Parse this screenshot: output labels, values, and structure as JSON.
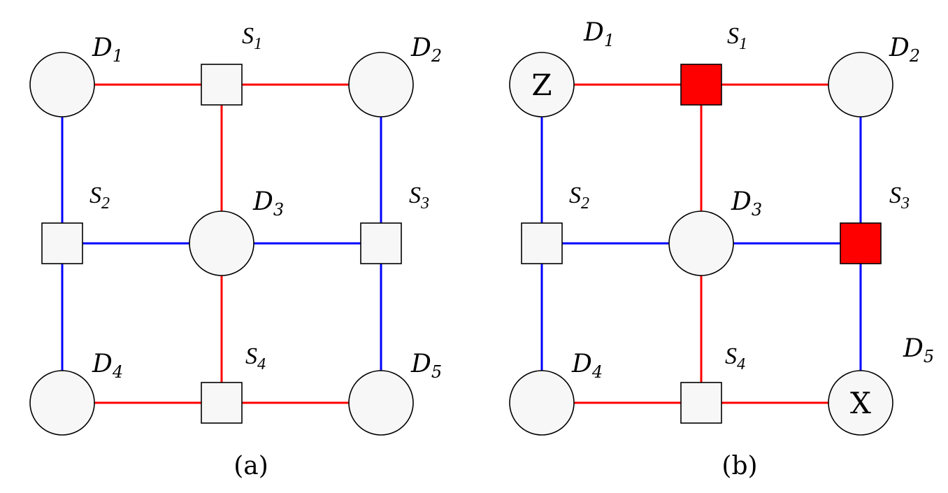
{
  "colors": {
    "red_edge": "#ff0000",
    "blue_edge": "#0000ff",
    "node_fill": "#f7f7f7",
    "highlight_fill": "#ff0000"
  },
  "panels": [
    {
      "caption": "(a)",
      "nodes": {
        "D1": {
          "label": "D",
          "sub": "1"
        },
        "D2": {
          "label": "D",
          "sub": "2"
        },
        "D3": {
          "label": "D",
          "sub": "3"
        },
        "D4": {
          "label": "D",
          "sub": "4"
        },
        "D5": {
          "label": "D",
          "sub": "5"
        },
        "S1": {
          "label": "S",
          "sub": "1",
          "highlighted": false
        },
        "S2": {
          "label": "S",
          "sub": "2",
          "highlighted": false
        },
        "S3": {
          "label": "S",
          "sub": "3",
          "highlighted": false
        },
        "S4": {
          "label": "S",
          "sub": "4",
          "highlighted": false
        }
      },
      "markers": {}
    },
    {
      "caption": "(b)",
      "nodes": {
        "D1": {
          "label": "D",
          "sub": "1"
        },
        "D2": {
          "label": "D",
          "sub": "2"
        },
        "D3": {
          "label": "D",
          "sub": "3"
        },
        "D4": {
          "label": "D",
          "sub": "4"
        },
        "D5": {
          "label": "D",
          "sub": "5"
        },
        "S1": {
          "label": "S",
          "sub": "1",
          "highlighted": true
        },
        "S2": {
          "label": "S",
          "sub": "2",
          "highlighted": false
        },
        "S3": {
          "label": "S",
          "sub": "3",
          "highlighted": true
        },
        "S4": {
          "label": "S",
          "sub": "4",
          "highlighted": false
        }
      },
      "markers": {
        "D1": "Z",
        "D5": "X"
      }
    }
  ],
  "edges": [
    {
      "from": "D1",
      "to": "S1",
      "color": "red"
    },
    {
      "from": "S1",
      "to": "D2",
      "color": "red"
    },
    {
      "from": "S1",
      "to": "D3",
      "color": "red"
    },
    {
      "from": "D3",
      "to": "S4",
      "color": "red"
    },
    {
      "from": "D4",
      "to": "S4",
      "color": "red"
    },
    {
      "from": "S4",
      "to": "D5",
      "color": "red"
    },
    {
      "from": "D1",
      "to": "S2",
      "color": "blue"
    },
    {
      "from": "S2",
      "to": "D4",
      "color": "blue"
    },
    {
      "from": "S2",
      "to": "D3",
      "color": "blue"
    },
    {
      "from": "D3",
      "to": "S3",
      "color": "blue"
    },
    {
      "from": "D2",
      "to": "S3",
      "color": "blue"
    },
    {
      "from": "S3",
      "to": "D5",
      "color": "blue"
    }
  ]
}
